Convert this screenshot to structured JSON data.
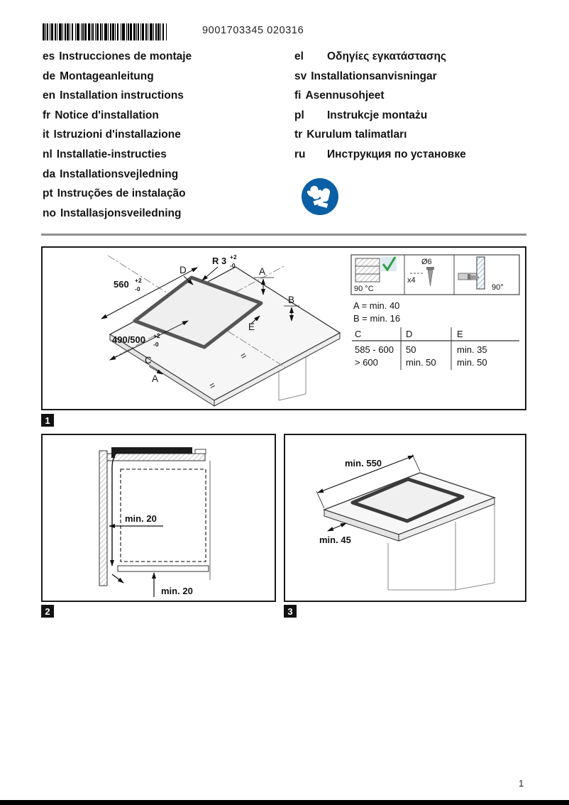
{
  "header": {
    "barcode_number": "9001703345 020316"
  },
  "languages": {
    "left": [
      {
        "code": "es",
        "label": "Instrucciones de montaje"
      },
      {
        "code": "de",
        "label": "Montageanleitung"
      },
      {
        "code": "en",
        "label": "Installation instructions"
      },
      {
        "code": "fr",
        "label": "Notice d'installation"
      },
      {
        "code": "it",
        "label": "Istruzioni d'installazione"
      },
      {
        "code": "nl",
        "label": "Installatie-instructies"
      },
      {
        "code": "da",
        "label": "Installationsvejledning"
      },
      {
        "code": "pt",
        "label": "Instruções de instalação"
      },
      {
        "code": "no",
        "label": "Installasjonsveiledning"
      }
    ],
    "right": [
      {
        "code": "el",
        "label": "Οδηγίες εγκατάστασης"
      },
      {
        "code": "sv",
        "label": "Installationsanvisningar"
      },
      {
        "code": "fi",
        "label": "Asennusohjeet"
      },
      {
        "code": "pl",
        "label": "Instrukcje montażu"
      },
      {
        "code": "tr",
        "label": "Kurulum talimatları"
      },
      {
        "code": "ru",
        "label": "Инструкция по установке"
      }
    ]
  },
  "colors": {
    "mandatory_blue": "#0a5fa5",
    "check_green": "#2f9e3f",
    "hatch_blue": "#7aa8cc"
  },
  "fig1": {
    "badge": "1",
    "dims": {
      "width": "560",
      "depth": "490/500",
      "radius": "R 3",
      "tol_plus": "+2",
      "tol_minus": "-0"
    },
    "letters": {
      "a": "A",
      "b": "B",
      "c": "C",
      "d": "D",
      "e": "E",
      "equal": "="
    },
    "inset": {
      "temp": "90 °C",
      "diameter": "Ø6",
      "screw_count": "x4",
      "angle": "90°",
      "rule_a": "A = min. 40",
      "rule_b": "B = min. 16",
      "table": {
        "headers": [
          "C",
          "D",
          "E"
        ],
        "rows": [
          [
            "585 - 600",
            "50",
            "min. 35"
          ],
          [
            "> 600",
            "min. 50",
            "min. 50"
          ]
        ]
      }
    }
  },
  "fig2": {
    "badge": "2",
    "labels": {
      "side_clearance": "min. 20",
      "bottom_clearance": "min. 20"
    }
  },
  "fig3": {
    "badge": "3",
    "labels": {
      "min_width": "min. 550",
      "front_distance": "min. 45"
    }
  },
  "footer": {
    "page_number": "1"
  }
}
